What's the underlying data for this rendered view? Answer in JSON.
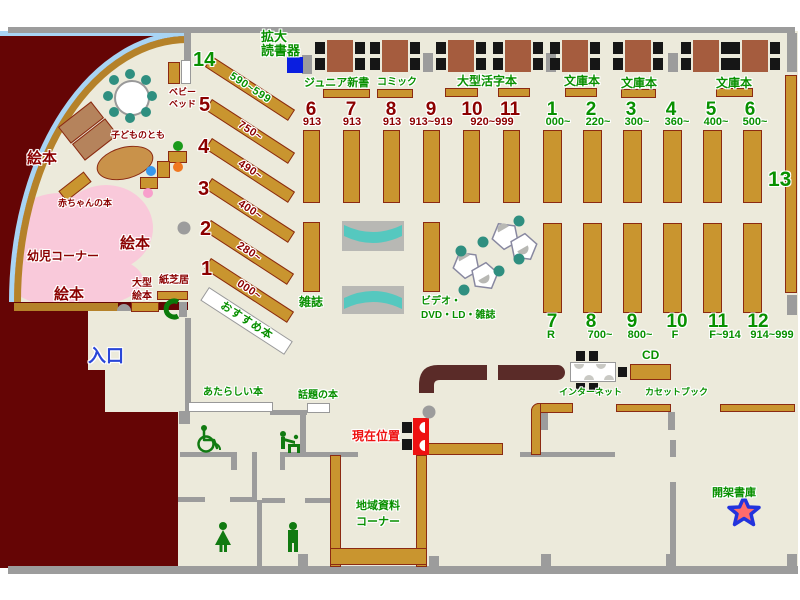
{
  "children_area": {
    "picture_books_top": "絵本",
    "picture_books_mid": "絵本",
    "picture_books_bottom": "絵本",
    "infant_corner": "幼児コーナー",
    "baby_books": "赤ちゃんの本",
    "kodomo_no_tomo": "子どものとも",
    "baby_bed": "ベビー\nベッド",
    "large_picture_books": "大型\n絵本",
    "kamishibai": "紙芝居"
  },
  "entrance": {
    "label": "入口"
  },
  "magnifier": {
    "label": "拡大\n読書器"
  },
  "diagonal_shelves": [
    {
      "num": "14",
      "range": "590~599",
      "green": true
    },
    {
      "num": "5",
      "range": "750~",
      "green": false
    },
    {
      "num": "4",
      "range": "490~",
      "green": false
    },
    {
      "num": "3",
      "range": "400~",
      "green": false
    },
    {
      "num": "2",
      "range": "280~",
      "green": false
    },
    {
      "num": "1",
      "range": "000~",
      "green": false
    }
  ],
  "recommended": {
    "label": "おすすめ本"
  },
  "top_sections": [
    {
      "label": "ジュニア新書"
    },
    {
      "label": "コミック"
    },
    {
      "label": "大型活字本"
    },
    {
      "label": "文庫本"
    },
    {
      "label": "文庫本"
    },
    {
      "label": "文庫本"
    }
  ],
  "mid_shelves": [
    {
      "num": "6",
      "sub": "913"
    },
    {
      "num": "7",
      "sub": "913"
    },
    {
      "num": "8",
      "sub": "913"
    },
    {
      "num": "9",
      "sub": "913~919"
    },
    {
      "num": "10",
      "sub": "920~999"
    },
    {
      "num": "11",
      "sub": ""
    }
  ],
  "right_shelves_top": [
    {
      "num": "1",
      "sub": "000~"
    },
    {
      "num": "2",
      "sub": "220~"
    },
    {
      "num": "3",
      "sub": "300~"
    },
    {
      "num": "4",
      "sub": "360~"
    },
    {
      "num": "5",
      "sub": "400~"
    },
    {
      "num": "6",
      "sub": "500~"
    }
  ],
  "right_shelves_bottom": [
    {
      "num": "7",
      "sub": "R"
    },
    {
      "num": "8",
      "sub": "700~"
    },
    {
      "num": "9",
      "sub": "800~"
    },
    {
      "num": "10",
      "sub": "F"
    },
    {
      "num": "11",
      "sub": "F~914"
    },
    {
      "num": "12",
      "sub": "914~999"
    }
  ],
  "shelf13": {
    "label": "13"
  },
  "magazines": {
    "label": "雑誌"
  },
  "av_corner": {
    "label": "ビデオ・\nDVD・LD・雑誌"
  },
  "new_books": {
    "label": "あたらしい本"
  },
  "topic_books": {
    "label": "話題の本"
  },
  "current_location": {
    "label": "現在位置"
  },
  "regional_corner": {
    "label": "地域資料\nコーナー"
  },
  "internet": {
    "label": "インターネット"
  },
  "cd": {
    "label": "CD"
  },
  "cassette_books": {
    "label": "カセットブック"
  },
  "closed_stacks": {
    "label": "開架書庫"
  },
  "colors": {
    "floor": "#eceadb",
    "maroon": "#650505",
    "wall_gray": "#9c9c9c",
    "shelf": "#c9952f",
    "green_text": "#089000",
    "dark_red_text": "#8b0000",
    "entrance_blue": "#2946d8",
    "location_red": "#ee1111",
    "pink_area": "#f9c9da",
    "arc_blue": "#a8d4f4",
    "arc_brown": "#b5822a",
    "teal": "#2f8f80"
  }
}
